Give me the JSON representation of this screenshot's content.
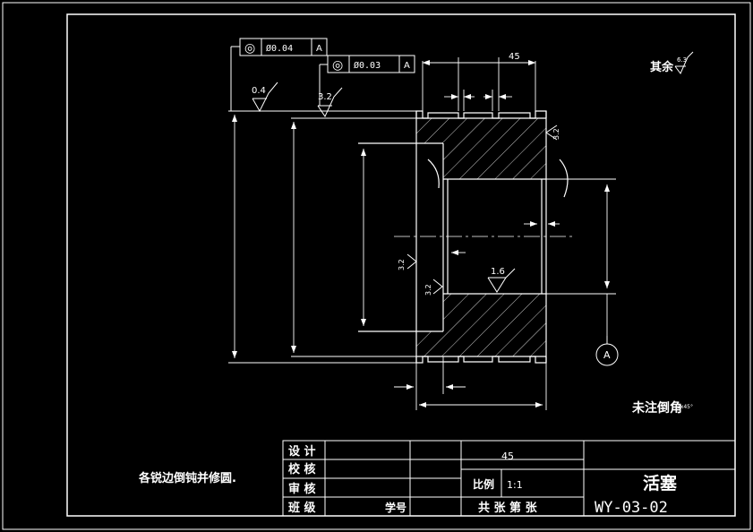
{
  "title_block": {
    "row1": "设 计",
    "row2": "校 核",
    "row3": "审 核",
    "row4": "班 级",
    "student_no": "学号",
    "material": "45",
    "scale_label": "比例",
    "scale_value": "1:1",
    "sheet_info": "共 张 第 张",
    "part_name": "活塞",
    "drawing_no": "WY-03-02"
  },
  "notes": {
    "deburr": "各锐边倒钝并修圆.",
    "unspecified_chamfer": "未注倒角",
    "chamfer_value": "1x45°",
    "rest_roughness_label": "其余",
    "rest_roughness_value": "6.3"
  },
  "tolerance_frames": [
    {
      "symbol": "◎",
      "value": "Ø0.04",
      "datum": "A"
    },
    {
      "symbol": "◎",
      "value": "Ø0.03",
      "datum": "A"
    }
  ],
  "roughness": {
    "left_outer": "0.4",
    "left_inner": "3.2",
    "right_face": "3.2",
    "bore_a": "3.2",
    "bore_b": "3.2",
    "bore_inner": "1.6"
  },
  "dimensions": {
    "top_overall": "45"
  },
  "datum": {
    "label": "A"
  },
  "colors": {
    "background": "#000000",
    "lines": "#ffffff"
  }
}
